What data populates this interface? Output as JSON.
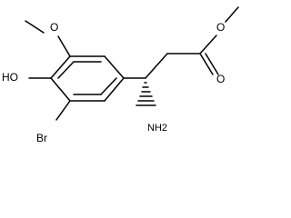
{
  "molecule": {
    "atom_labels": {
      "ho": "HO",
      "br": "Br",
      "nh2": "NH2",
      "o_methoxy": "O",
      "o_ester": "O",
      "o_carbonyl": "O"
    },
    "colors": {
      "background": "#ffffff",
      "bond": "#000000",
      "text": "#000000"
    },
    "stereo": {
      "amine_bond": "hashed-wedge"
    }
  }
}
